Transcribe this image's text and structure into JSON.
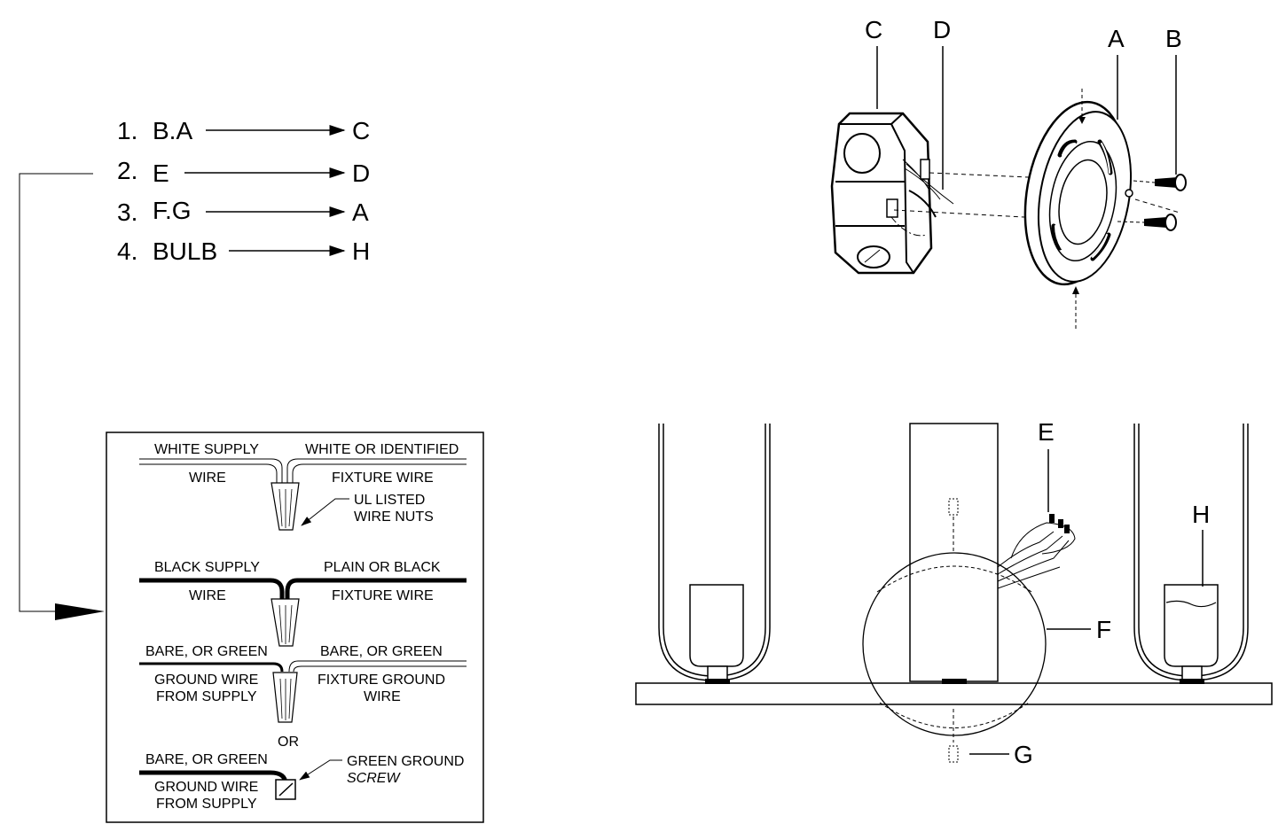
{
  "steps": [
    {
      "num": "1.",
      "from": "B.A",
      "to": "C"
    },
    {
      "num": "2.",
      "from": "E",
      "to": "D"
    },
    {
      "num": "3.",
      "from": "F.G",
      "to": "A"
    },
    {
      "num": "4.",
      "from": "BULB",
      "to": "H"
    }
  ],
  "wiring": {
    "white_supply_1": "WHITE SUPPLY",
    "white_supply_2": "WIRE",
    "white_fixture_1": "WHITE OR IDENTIFIED",
    "white_fixture_2": "FIXTURE WIRE",
    "wire_nuts_1": "UL LISTED",
    "wire_nuts_2": "WIRE NUTS",
    "black_supply_1": "BLACK SUPPLY",
    "black_supply_2": "WIRE",
    "black_fixture_1": "PLAIN OR BLACK",
    "black_fixture_2": "FIXTURE WIRE",
    "ground_supply_1": "BARE, OR GREEN",
    "ground_supply_2": "GROUND WIRE",
    "ground_supply_3": "FROM SUPPLY",
    "ground_fixture_1": "BARE, OR GREEN",
    "ground_fixture_2": "FIXTURE GROUND",
    "ground_fixture_3": "WIRE",
    "or": "OR",
    "screw_supply_1": "BARE, OR GREEN",
    "screw_supply_2": "GROUND WIRE",
    "screw_supply_3": "FROM SUPPLY",
    "screw_label_1": "GREEN GROUND",
    "screw_label_2": "SCREW"
  },
  "callouts": {
    "a": "A",
    "b": "B",
    "c": "C",
    "d": "D",
    "e": "E",
    "f": "F",
    "g": "G",
    "h": "H"
  }
}
